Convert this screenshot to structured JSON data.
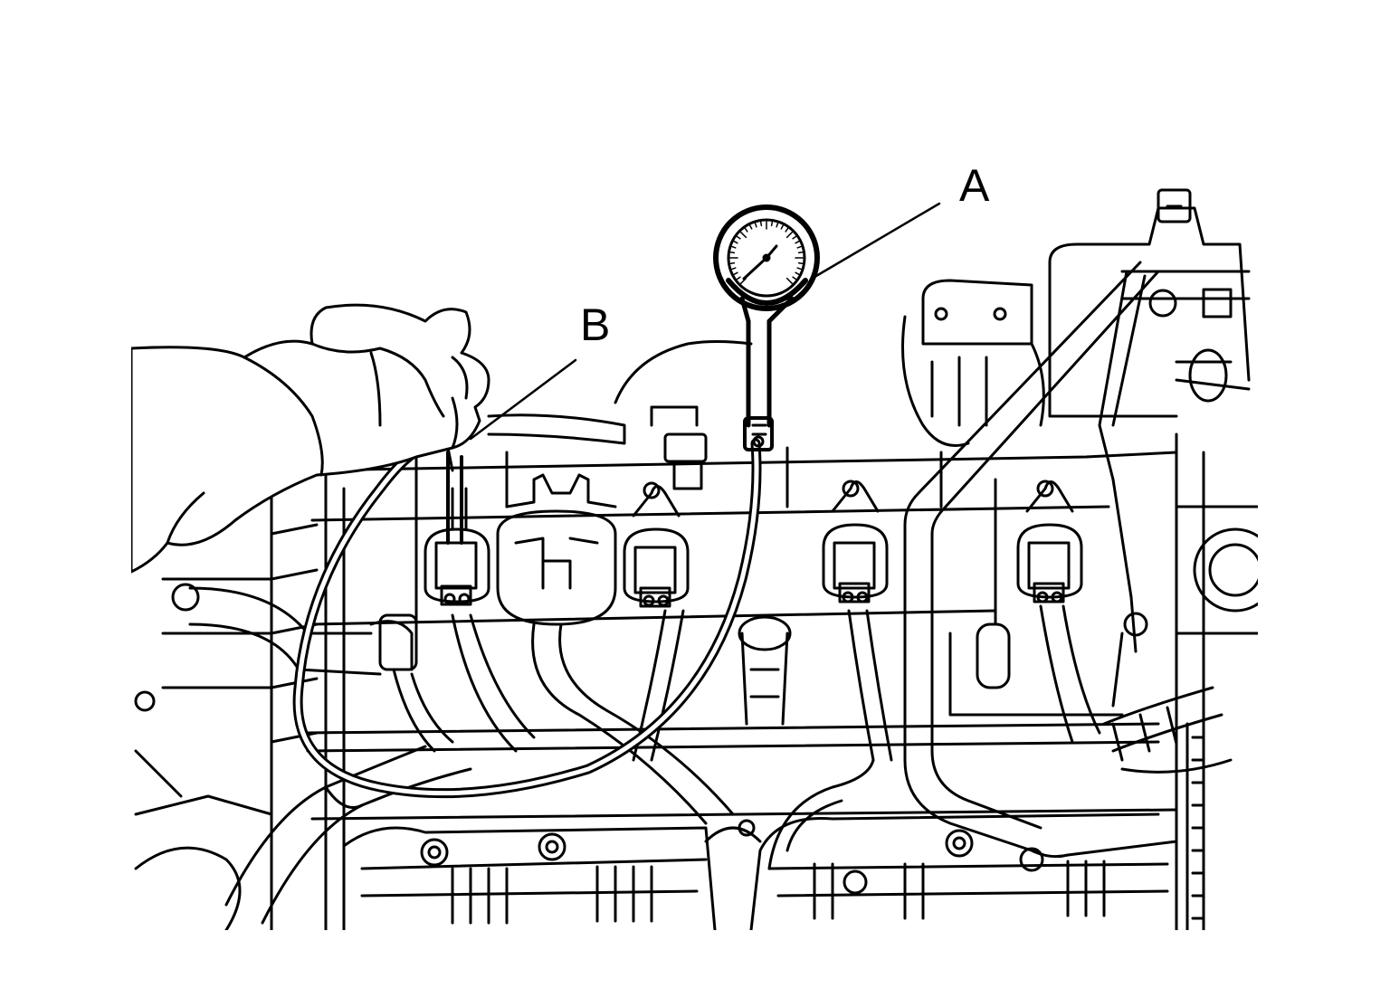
{
  "diagram": {
    "callouts": [
      {
        "id": "A",
        "label": "A",
        "target": "compression-gauge"
      },
      {
        "id": "B",
        "label": "B",
        "target": "gauge-adapter-hose"
      }
    ],
    "colors": {
      "ink": "#000000",
      "paper": "#ffffff"
    }
  }
}
